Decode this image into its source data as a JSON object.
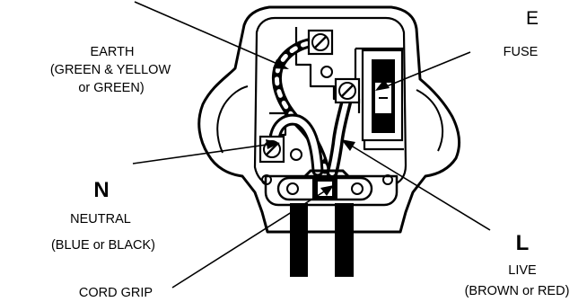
{
  "labels": {
    "earth": {
      "line1": "EARTH",
      "line2": "(GREEN & YELLOW",
      "line3": "or GREEN)"
    },
    "fuse": {
      "letter": "E",
      "text": "FUSE"
    },
    "neutral": {
      "letter": "N",
      "text": "NEUTRAL",
      "colour": "(BLUE or BLACK)"
    },
    "live": {
      "letter": "L",
      "text": "LIVE",
      "colour": "(BROWN or RED)"
    },
    "cord_grip": "CORD GRIP"
  },
  "colors": {
    "ink": "#000000",
    "paper": "#ffffff"
  }
}
